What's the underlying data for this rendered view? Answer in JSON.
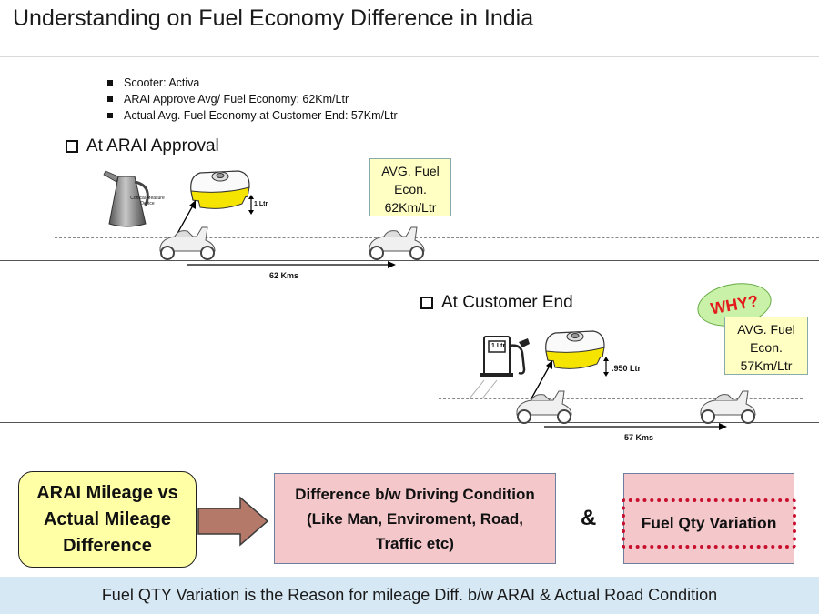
{
  "title": "Understanding on Fuel Economy Difference in India",
  "bullets": [
    "Scooter: Activa",
    "ARAI Approve Avg/ Fuel Economy: 62Km/Ltr",
    "Actual Avg. Fuel Economy at Customer End: 57Km/Ltr"
  ],
  "arai": {
    "heading": "At ARAI Approval",
    "measure_label": "Conical Measure Device",
    "tank_label": "1 Ltr",
    "fuel_box": {
      "line1": "AVG. Fuel",
      "line2": "Econ.",
      "line3": "62Km/Ltr"
    },
    "distance": "62 Kms"
  },
  "customer": {
    "heading": "At Customer End",
    "pump_label": "1 Ltr",
    "tank_label": ".950 Ltr",
    "why": "WHY?",
    "fuel_box": {
      "line1": "AVG. Fuel",
      "line2": "Econ.",
      "line3": "57Km/Ltr"
    },
    "distance": "57 Kms"
  },
  "bottom": {
    "yellow_box": {
      "line1": "ARAI Mileage vs",
      "line2": "Actual Mileage",
      "line3": "Difference"
    },
    "pink_box": {
      "line1": "Difference b/w Driving Condition",
      "line2": "(Like  Man, Enviroment, Road,",
      "line3": "Traffic etc)"
    },
    "ampersand": "&",
    "qty_box": "Fuel Qty Variation"
  },
  "footer": "Fuel QTY Variation is the Reason for mileage Diff. b/w ARAI & Actual Road Condition",
  "colors": {
    "yellow_box": "#ffffa6",
    "pink_box": "#f4c7cb",
    "fuel_box": "#ffffc4",
    "why_bubble": "#c9f2a8",
    "why_text": "#e31b1b",
    "dotted_border": "#c8102e",
    "footer_band": "#d6e8f4",
    "arrow": "#b5796a"
  }
}
